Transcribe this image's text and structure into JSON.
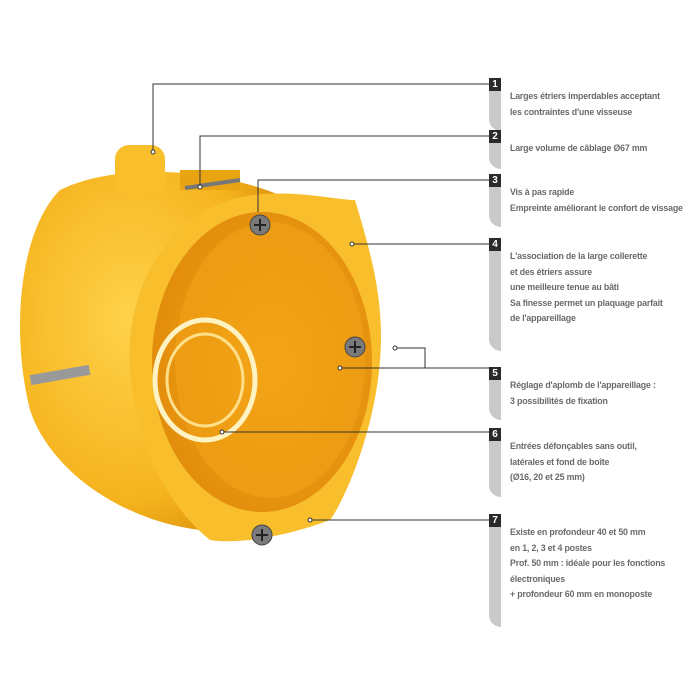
{
  "callouts": [
    {
      "number": "1",
      "lines": [
        "Larges étriers imperdables acceptant",
        "les contraintes d'une visseuse"
      ]
    },
    {
      "number": "2",
      "lines": [
        "Large volume de câblage Ø67 mm"
      ]
    },
    {
      "number": "3",
      "lines": [
        "Vis à pas rapide",
        "Empreinte améliorant le confort de vissage"
      ]
    },
    {
      "number": "4",
      "lines": [
        "L'association de la large collerette",
        "et des étriers assure",
        "une meilleure tenue au bâti",
        "Sa finesse permet un plaquage parfait",
        "de l'appareillage"
      ]
    },
    {
      "number": "5",
      "lines": [
        "Réglage d'aplomb de l'appareillage :",
        "3 possibilités de fixation"
      ]
    },
    {
      "number": "6",
      "lines": [
        "Entrées défonçables sans outil,",
        "latérales et fond de boîte",
        "(Ø16, 20 et 25 mm)"
      ]
    },
    {
      "number": "7",
      "lines": [
        "Existe en profondeur 40 et 50 mm",
        "en 1, 2, 3 et 4 postes",
        "Prof. 50 mm : idéale pour les fonctions",
        "électroniques",
        "+ profondeur 60 mm en monoposte"
      ]
    }
  ],
  "colors": {
    "box": "#f5b41e",
    "box_shadow": "#d98d0a",
    "leader": "#333333",
    "badge": "#2a2a2a",
    "bar": "#c9c9c9",
    "text": "#6a6a6a"
  }
}
